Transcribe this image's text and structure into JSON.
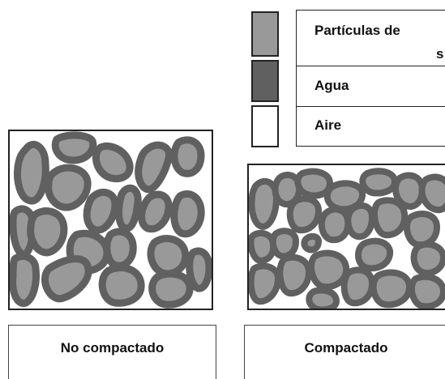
{
  "legend": {
    "items": [
      {
        "key": "particles",
        "label_line1": "Partículas de",
        "label_line2": "s",
        "color": "#999999"
      },
      {
        "key": "water",
        "label": "Agua",
        "color": "#606060"
      },
      {
        "key": "air",
        "label": "Aire",
        "color": "#ffffff"
      }
    ]
  },
  "panels": {
    "left_caption": "No compactado",
    "right_caption": "Compactado"
  },
  "colors": {
    "particle_fill": "#999999",
    "water_ring": "#606060",
    "air": "#ffffff",
    "border": "#222222"
  }
}
